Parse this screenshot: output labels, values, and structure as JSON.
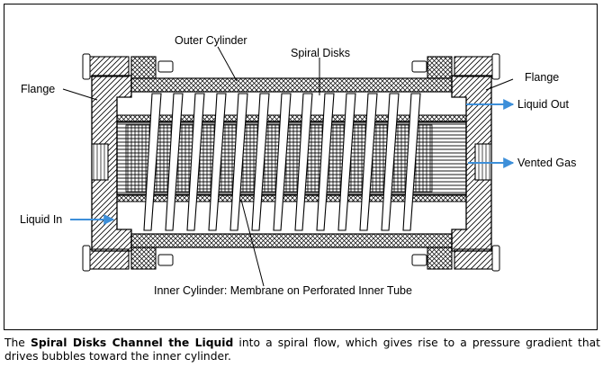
{
  "labels": {
    "outer_cylinder": "Outer Cylinder",
    "spiral_disks": "Spiral Disks",
    "flange_left": "Flange",
    "flange_right": "Flange",
    "liquid_out": "Liquid Out",
    "vented_gas": "Vented Gas",
    "liquid_in": "Liquid In",
    "inner_cylinder": "Inner Cylinder: Membrane on Perforated Inner Tube"
  },
  "caption": {
    "prefix": "The ",
    "bold": "Spiral Disks Channel the Liquid",
    "rest": " into a spiral flow, which gives rise to a pressure gradient that drives bubbles toward the inner cylinder."
  },
  "colors": {
    "flow_arrow": "#3d8fd9",
    "line": "#000000"
  }
}
